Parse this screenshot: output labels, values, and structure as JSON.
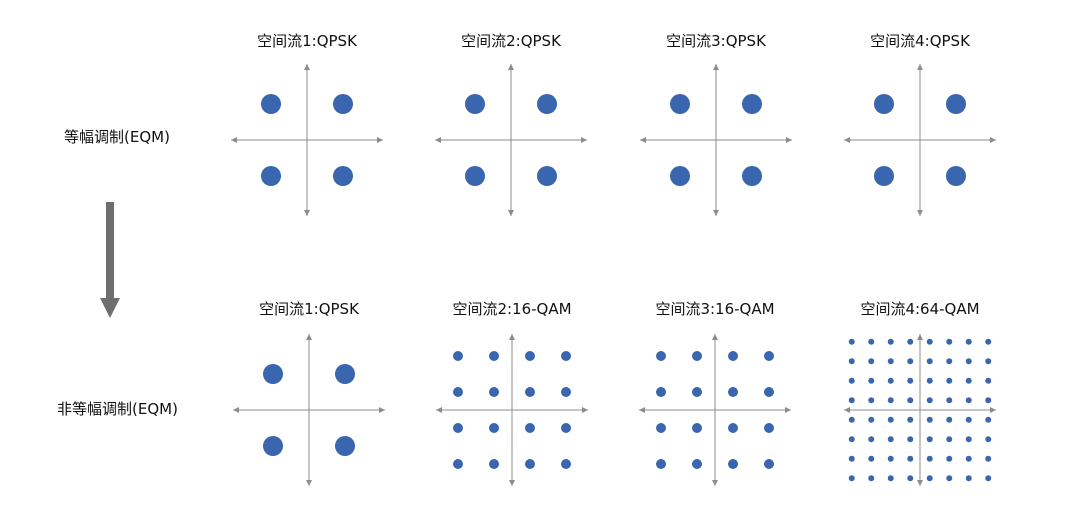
{
  "rows": [
    {
      "label": "等幅调制(EQM)",
      "panels": [
        {
          "title": "空间流1:QPSK",
          "order": 4
        },
        {
          "title": "空间流2:QPSK",
          "order": 4
        },
        {
          "title": "空间流3:QPSK",
          "order": 4
        },
        {
          "title": "空间流4:QPSK",
          "order": 4
        }
      ]
    },
    {
      "label": "非等幅调制(EQM)",
      "panels": [
        {
          "title": "空间流1:QPSK",
          "order": 4
        },
        {
          "title": "空间流2:16-QAM",
          "order": 16
        },
        {
          "title": "空间流3:16-QAM",
          "order": 16
        },
        {
          "title": "空间流4:64-QAM",
          "order": 64
        }
      ]
    }
  ],
  "colors": {
    "point": "#3A66B0",
    "axis": "#8C8C8C",
    "arrow": "#6E6E6E"
  }
}
